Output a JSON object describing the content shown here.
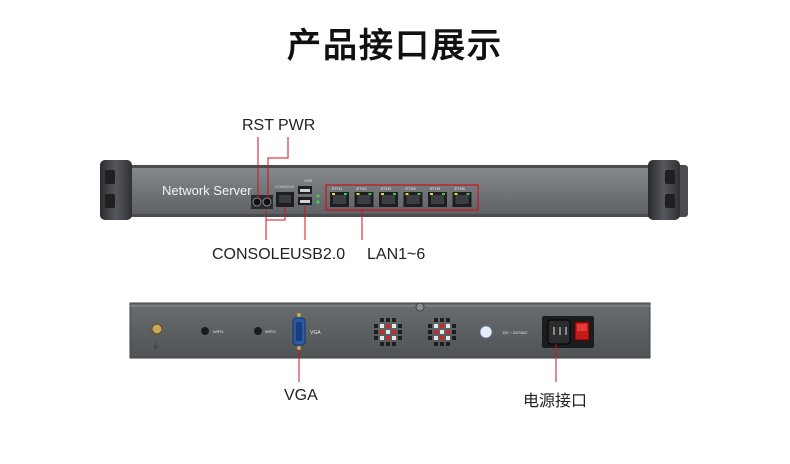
{
  "page": {
    "title": "产品接口展示"
  },
  "front_panel": {
    "device_label": "Network Server",
    "usb_label": "USB",
    "console_label": "CONSOLE",
    "eth_labels": [
      "ETH1",
      "ETH2",
      "ETH3",
      "ETH4",
      "ETH5",
      "ETH6"
    ]
  },
  "callouts": {
    "rst": "RST",
    "pwr": "PWR",
    "console": "CONSOLE",
    "usb": "USB2.0",
    "lan": "LAN1~6",
    "vga": "VGA",
    "power": "电源接口"
  },
  "rear_panel": {
    "wifi1": "WIFI1",
    "wifi2": "WIFI2",
    "vga_label": "VGA",
    "voltage": "110 ~ 220VAC"
  },
  "colors": {
    "chassis": "#6f7276",
    "chassis_dark": "#3c3e41",
    "callout_line": "#d0121b",
    "port": "#2b2d30"
  }
}
